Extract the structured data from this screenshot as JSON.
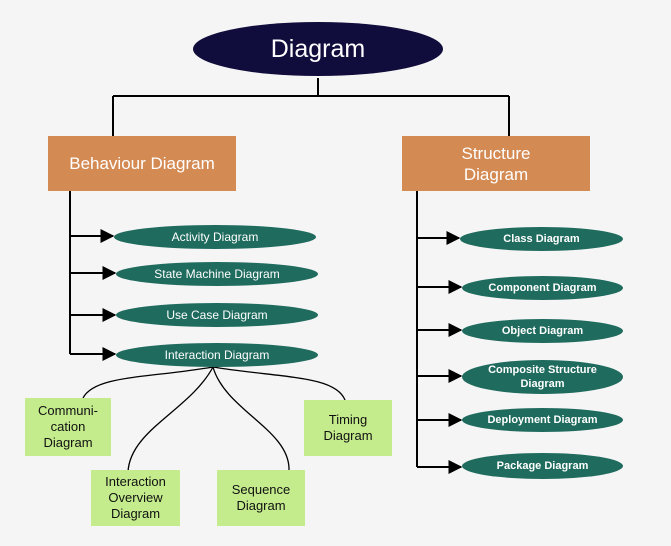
{
  "root": "Diagram",
  "behaviour": {
    "title": "Behaviour Diagram",
    "items": [
      "Activity Diagram",
      "State Machine Diagram",
      "Use Case Diagram",
      "Interaction Diagram"
    ],
    "interaction_children": [
      "Communi-cation Diagram",
      "Interaction Overview Diagram",
      "Sequence Diagram",
      "Timing Diagram"
    ]
  },
  "structure": {
    "title": "Structure Diagram",
    "items": [
      "Class Diagram",
      "Component Diagram",
      "Object Diagram",
      "Composite Structure Diagram",
      "Deployment Diagram",
      "Package Diagram"
    ]
  },
  "colors": {
    "root": "#100d3c",
    "category": "#d48a53",
    "ellipse": "#1f6b5e",
    "leaf": "#c4ec8d",
    "line": "#000000"
  }
}
